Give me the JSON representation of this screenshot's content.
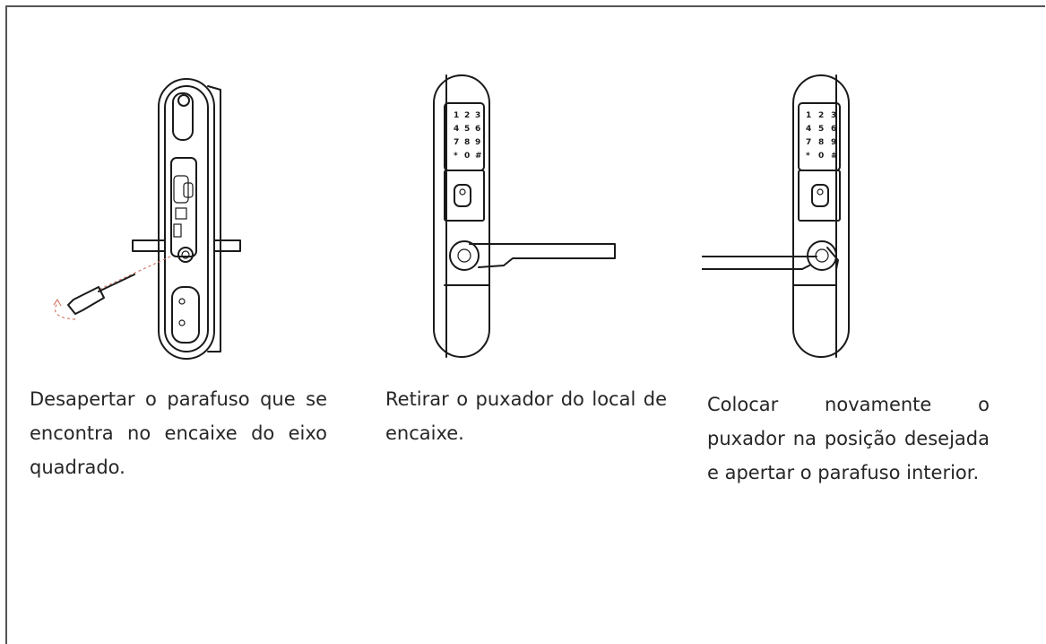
{
  "steps": [
    {
      "caption": "Desapertar o parafuso que se encontra no encaixe do eixo quadrado."
    },
    {
      "caption": "Retirar o puxador do local de encaixe."
    },
    {
      "caption": "Colocar novamente o puxador na posição desejada e apertar o parafuso interior."
    }
  ],
  "keypad": [
    "1",
    "2",
    "3",
    "4",
    "5",
    "6",
    "7",
    "8",
    "9",
    "*",
    "0",
    "#"
  ]
}
